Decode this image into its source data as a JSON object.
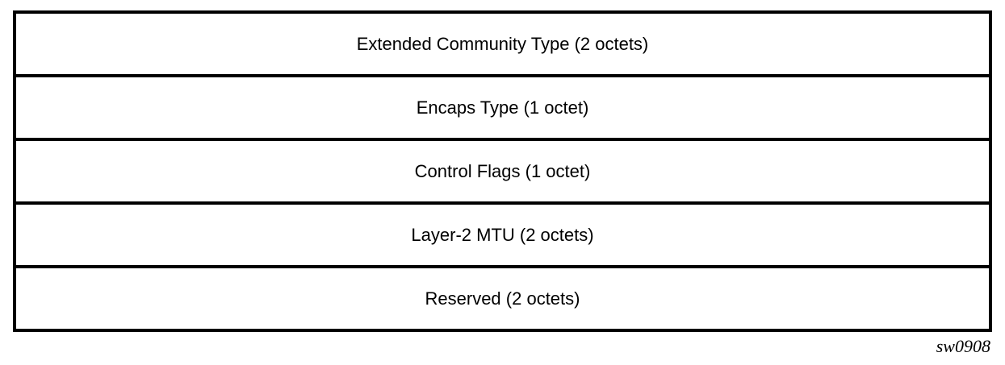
{
  "diagram": {
    "fields": [
      {
        "label": "Extended Community Type (2 octets)"
      },
      {
        "label": "Encaps Type (1 octet)"
      },
      {
        "label": "Control Flags (1 octet)"
      },
      {
        "label": "Layer-2 MTU (2 octets)"
      },
      {
        "label": "Reserved (2 octets)"
      }
    ],
    "figure_id": "sw0908"
  }
}
